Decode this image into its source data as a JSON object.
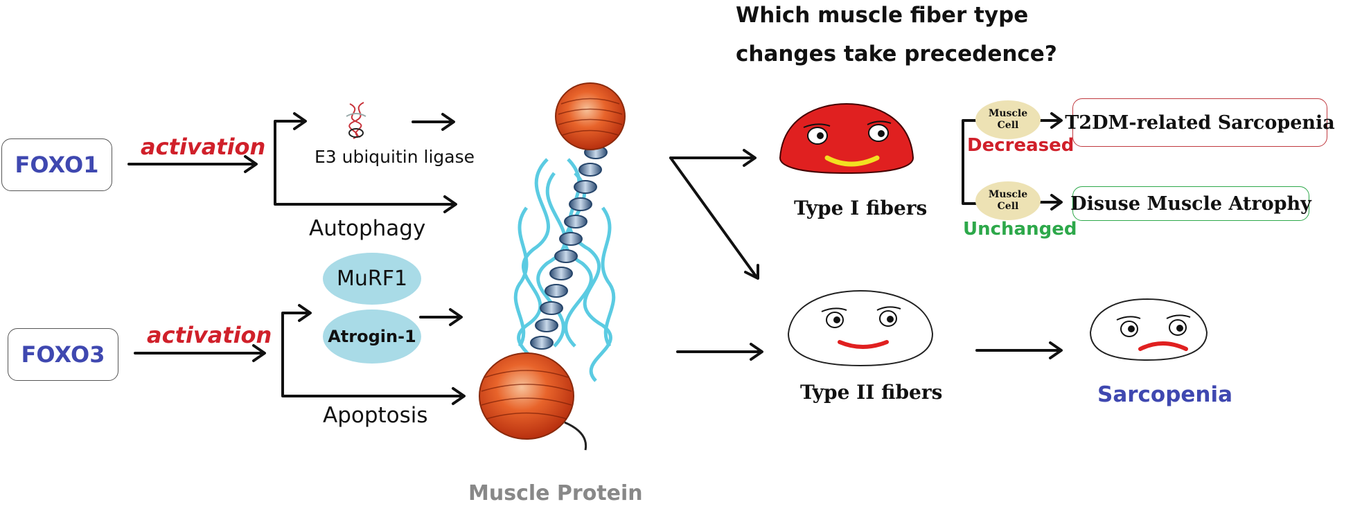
{
  "question": {
    "line1": "Which muscle fiber type",
    "line2": "changes take precedence?"
  },
  "foxo1": {
    "label": "FOXO1",
    "activation": "activation",
    "e3_label": "E3 ubiquitin ligase",
    "autophagy_label": "Autophagy"
  },
  "foxo3": {
    "label": "FOXO3",
    "activation": "activation",
    "murf1_label": "MuRF1",
    "atrogin_label": "Atrogin-1",
    "apoptosis_label": "Apoptosis"
  },
  "muscle_protein": {
    "label": "Muscle Protein"
  },
  "type1": {
    "label": "Type I fibers"
  },
  "type2": {
    "label": "Type II fibers"
  },
  "cell_top": {
    "line1": "Muscle",
    "line2": "Cell",
    "status": "Decreased",
    "outcome": "T2DM-related Sarcopenia"
  },
  "cell_bottom": {
    "line1": "Muscle",
    "line2": "Cell",
    "status": "Unchanged",
    "outcome": "Disuse Muscle Atrophy"
  },
  "sarcopenia": {
    "label": "Sarcopenia"
  },
  "colors": {
    "foxo_blue": "#3f48b0",
    "activation_red": "#d0202a",
    "unchanged_green": "#2da84a",
    "oval_blue": "#a9dbe7",
    "cell_tan": "#ede2b4",
    "grey_label": "#888888"
  }
}
